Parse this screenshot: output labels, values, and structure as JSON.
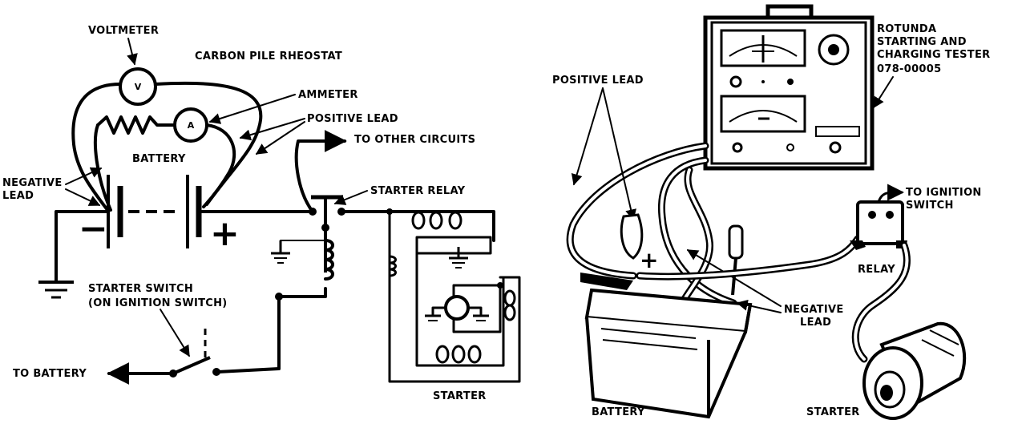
{
  "schematic": {
    "voltmeter_label": "VOLTMETER",
    "voltmeter_symbol": "V",
    "rheostat_label": "CARBON PILE RHEOSTAT",
    "ammeter_label": "AMMETER",
    "ammeter_symbol": "A",
    "positive_lead_label": "POSITIVE LEAD",
    "battery_label": "BATTERY",
    "negative_lead_label_line1": "NEGATIVE",
    "negative_lead_label_line2": "LEAD",
    "minus_sign": "−",
    "plus_sign": "+",
    "to_other_circuits_label": "TO OTHER CIRCUITS",
    "starter_relay_label": "STARTER RELAY",
    "starter_switch_label_line1": "STARTER SWITCH",
    "starter_switch_label_line2": "(ON IGNITION SWITCH)",
    "to_battery_label": "TO BATTERY",
    "starter_label": "STARTER"
  },
  "pictorial": {
    "tester_name_line1": "ROTUNDA",
    "tester_name_line2": "STARTING AND",
    "tester_name_line3": "CHARGING TESTER",
    "tester_part_number": "078-00005",
    "positive_lead_label": "POSITIVE LEAD",
    "battery_plus": "+",
    "negative_lead_label_line1": "NEGATIVE",
    "negative_lead_label_line2": "LEAD",
    "to_ignition_switch_line1": "TO IGNITION",
    "to_ignition_switch_line2": "SWITCH",
    "relay_label": "RELAY",
    "battery_label": "BATTERY",
    "starter_label": "STARTER"
  }
}
